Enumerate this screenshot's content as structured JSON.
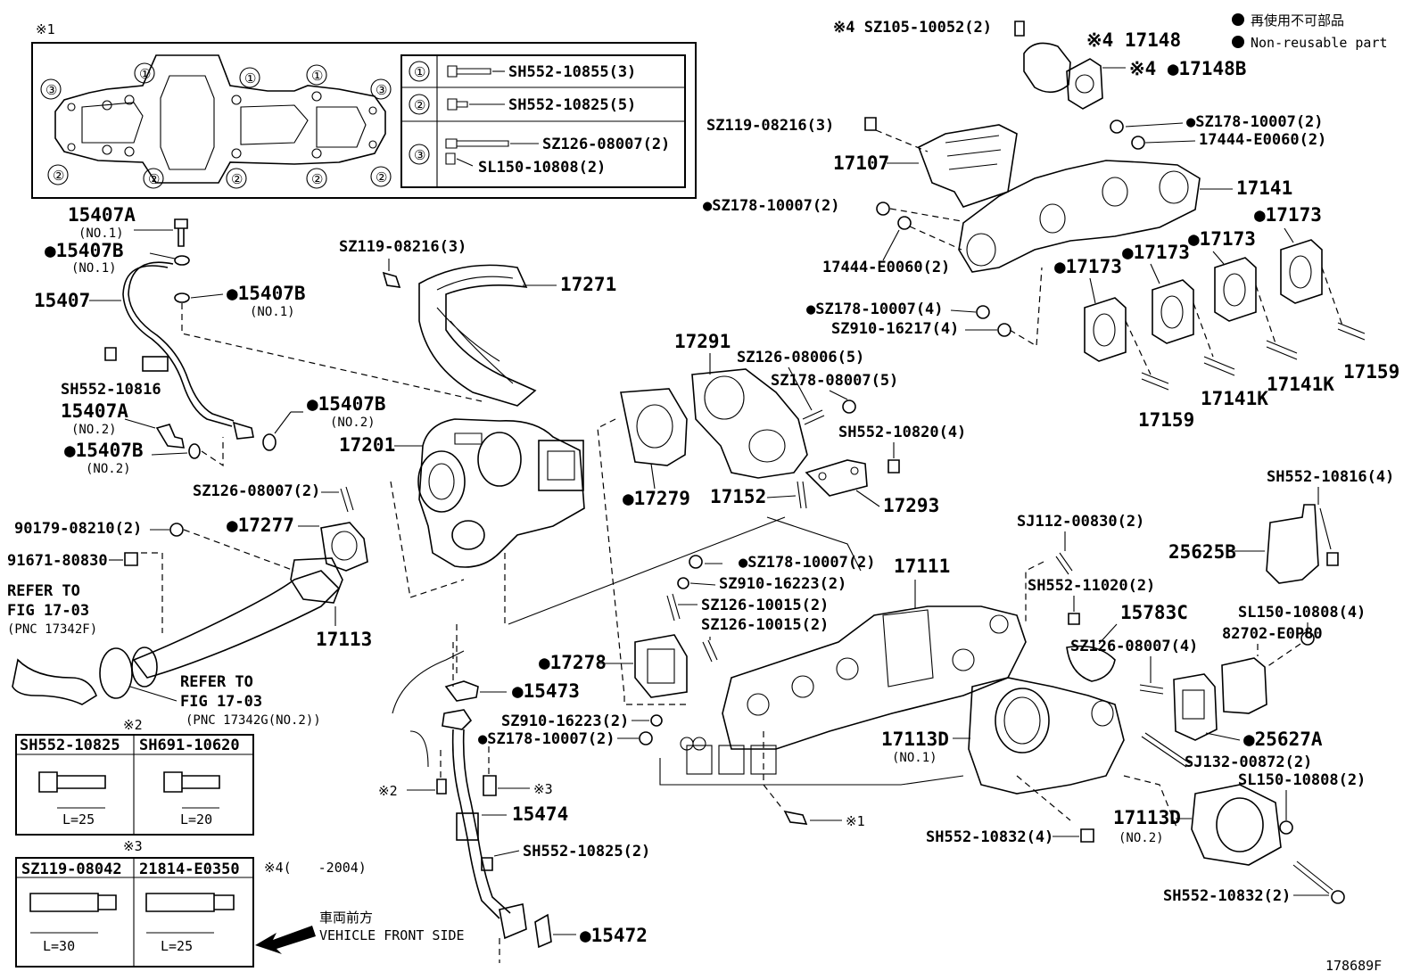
{
  "legend": {
    "jp": "再使用不可部品",
    "en": "Non-reusable part"
  },
  "figure_id": "178689F",
  "inset1": {
    "mark": "※1",
    "rows": [
      {
        "num": "①",
        "part": "SH552-10855(3)"
      },
      {
        "num": "②",
        "part": "SH552-10825(5)"
      },
      {
        "num": "③",
        "part": "SZ126-08007(2)",
        "part2": "SL150-10808(2)"
      }
    ],
    "circle_labels": [
      "③",
      "①",
      "①",
      "①",
      "③",
      "②",
      "②",
      "②",
      "②",
      "②"
    ]
  },
  "table2": {
    "mark": "※2",
    "cols": [
      {
        "head": "SH552-10825",
        "len": "L=25"
      },
      {
        "head": "SH691-10620",
        "len": "L=20"
      }
    ]
  },
  "table3": {
    "mark": "※3",
    "cols": [
      {
        "head": "SZ119-08042",
        "len": "L=30"
      },
      {
        "head": "21814-E0350",
        "len": "L=25"
      }
    ]
  },
  "note4": "※4(　　-2004)",
  "vehicle_front": {
    "jp": "車両前方",
    "en": "VEHICLE FRONT SIDE"
  },
  "refer1": {
    "a": "REFER TO",
    "b": "FIG 17-03",
    "c": "(PNC 17342F)"
  },
  "refer2": {
    "a": "REFER TO",
    "b": "FIG 17-03",
    "c": "(PNC 17342G(NO.2))"
  },
  "labels": {
    "sz105": "※4 SZ105-10052(2)",
    "p17148": "※4 17148",
    "p17148b": "※4 ●17148B",
    "sz119a": "SZ119-08216(3)",
    "sz178a": "●SZ178-10007(2)",
    "p17444a": "17444-E0060(2)",
    "p17107": "17107",
    "p17141": "17141",
    "sz178b": "●SZ178-10007(2)",
    "p17444b": "17444-E0060(2)",
    "p17173a": "●17173",
    "p17173b": "●17173",
    "p17173c": "●17173",
    "p17173d": "●17173",
    "sz178c": "●SZ178-10007(4)",
    "sz910a": "SZ910-16217(4)",
    "p17159a": "17159",
    "p17141k1": "17141K",
    "p17141k2": "17141K",
    "p17159b": "17159",
    "p15407a1": "15407A",
    "no1a": "(NO.1)",
    "p15407b1": "●15407B",
    "no1b": "(NO.1)",
    "p15407": "15407",
    "p15407b2": "●15407B",
    "no1c": "(NO.1)",
    "sz119b": "SZ119-08216(3)",
    "p17271": "17271",
    "sh552a": "SH552-10816",
    "p15407a2": "15407A",
    "no2a": "(NO.2)",
    "p15407b3": "●15407B",
    "no2b": "(NO.2)",
    "p15407b4": "●15407B",
    "no2c": "(NO.2)",
    "p17201": "17201",
    "p17291": "17291",
    "sz126a": "SZ126-08006(5)",
    "sz178d": "SZ178-08007(5)",
    "sh552b": "SH552-10820(4)",
    "p17279": "●17279",
    "p17152": "17152",
    "p17293": "17293",
    "sz126b": "SZ126-08007(2)",
    "p17277": "●17277",
    "p90179": "90179-08210(2)",
    "p91671": "91671-80830",
    "p17113": "17113",
    "sh552c": "SH552-10816(4)",
    "sj112": "SJ112-00830(2)",
    "p25625b": "25625B",
    "sz178e": "●SZ178-10007(2)",
    "p17111": "17111",
    "sz910b": "SZ910-16223(2)",
    "sh552d": "SH552-11020(2)",
    "p15783c": "15783C",
    "sl150a": "SL150-10808(4)",
    "sz126c": "SZ126-10015(2)",
    "sz126d": "SZ126-10015(2)",
    "p82702": "82702-E0P80",
    "p17278": "●17278",
    "sz126e": "SZ126-08007(4)",
    "p15473": "●15473",
    "sz910c": "SZ910-16223(2)",
    "sz178f": "●SZ178-10007(2)",
    "p25627a": "●25627A",
    "p17113d1": "17113D",
    "no1d": "(NO.1)",
    "sj132": "SJ132-00872(2)",
    "sl150b": "SL150-10808(2)",
    "mark2": "※2",
    "mark3": "※3",
    "p15474": "15474",
    "mark1": "※1",
    "p17113d2": "17113D",
    "no2d": "(NO.2)",
    "sh552e": "SH552-10832(4)",
    "sh552f": "SH552-10825(2)",
    "sh552g": "SH552-10832(2)",
    "p15472": "●15472"
  }
}
